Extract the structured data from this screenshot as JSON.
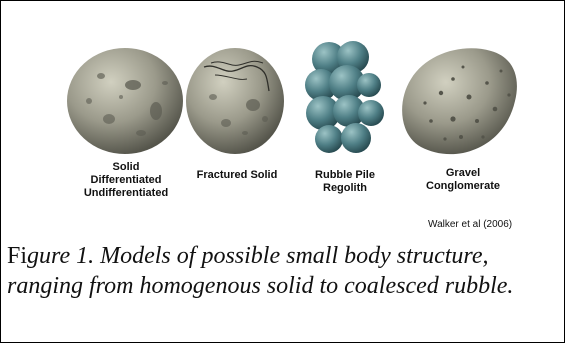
{
  "figure": {
    "bodies": [
      {
        "lines": [
          "Solid",
          "Differentiated",
          "Undifferentiated"
        ]
      },
      {
        "lines": [
          "Fractured Solid"
        ]
      },
      {
        "lines": [
          "Rubble Pile",
          "Regolith"
        ]
      },
      {
        "lines": [
          "Gravel",
          "Conglomerate"
        ]
      }
    ],
    "credit": "Walker et al (2006)",
    "caption_lead": "Fi",
    "caption_rest": "gure 1. Models of possible small body structure, ranging from homogenous solid to coalesced rubble."
  },
  "colors": {
    "rock": "#77776a",
    "rock_highlight": "#c7c6b6",
    "rubble": "#3e6e75",
    "rubble_highlight": "#8fb7ba"
  }
}
